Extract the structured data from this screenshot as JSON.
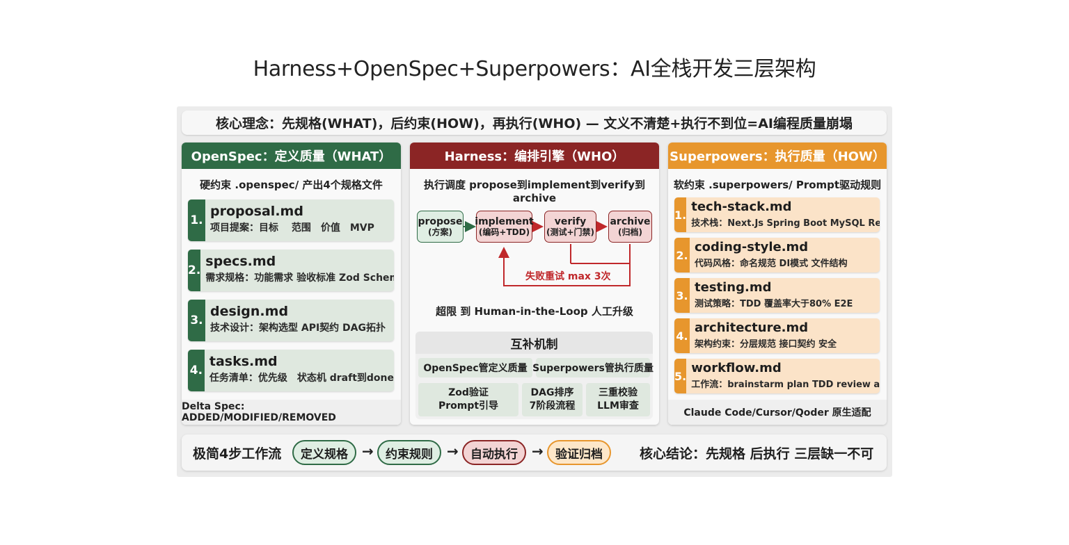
{
  "title": "Harness+OpenSpec+Superpowers：AI全栈开发三层架构",
  "core_principle": "核心理念：先规格(WHAT)，后约束(HOW)，再执行(WHO) — 文义不清楚+执行不到位=AI编程质量崩塌",
  "openspec": {
    "header": "OpenSpec：定义质量（WHAT）",
    "subtitle": "硬约束 .openspec/ 产出4个规格文件",
    "items": [
      {
        "num": "1.",
        "title": "proposal.md",
        "desc": "项目提案：目标　 范围　价值　MVP"
      },
      {
        "num": "2.",
        "title": "specs.md",
        "desc": "需求规格：功能需求 验收标准 Zod Schema"
      },
      {
        "num": "3.",
        "title": "design.md",
        "desc": "技术设计：架构选型 API契约 DAG拓扑"
      },
      {
        "num": "4.",
        "title": "tasks.md",
        "desc": "任务清单：优先级　状态机 draft到done"
      }
    ],
    "footer": "Delta Spec: ADDED/MODIFIED/REMOVED"
  },
  "harness": {
    "header": "Harness：编排引擎（WHO）",
    "subtitle": "执行调度 propose到implement到verify到archive",
    "flow": [
      {
        "title": "propose",
        "sub": "(方案)"
      },
      {
        "title": "implement",
        "sub": "(编码+TDD)"
      },
      {
        "title": "verify",
        "sub": "(测试+门禁)"
      },
      {
        "title": "archive",
        "sub": "(归档)"
      }
    ],
    "retry": "失败重试 max 3次",
    "escalation": "超限 到 Human-in-the-Loop 人工升级",
    "mechanism": {
      "title": "互补机制",
      "left_tag": "OpenSpec管定义质量",
      "right_tag": "Superpowers管执行质量",
      "cells": [
        {
          "line1": "Zod验证",
          "line2": "Prompt引导"
        },
        {
          "line1": "DAG排序",
          "line2": "7阶段流程"
        },
        {
          "line1": "三重校验",
          "line2": "LLM审查"
        }
      ]
    }
  },
  "superpowers": {
    "header": "Superpowers：执行质量（HOW）",
    "subtitle": "软约束 .superpowers/ Prompt驱动规则",
    "items": [
      {
        "num": "1.",
        "title": "tech-stack.md",
        "desc": "技术栈：Next.Js Spring Boot MySQL Redis"
      },
      {
        "num": "2.",
        "title": "coding-style.md",
        "desc": "代码风格：命名规范 DI模式 文件结构"
      },
      {
        "num": "3.",
        "title": "testing.md",
        "desc": "测试策略：TDD  覆盖率大于80% E2E"
      },
      {
        "num": "4.",
        "title": "architecture.md",
        "desc": "架构约束：分层规范 接口契约  安全"
      },
      {
        "num": "5.",
        "title": "workflow.md",
        "desc": "工作流：brainstarm plan TDD review archive"
      }
    ],
    "footer": "Claude Code/Cursor/Qoder 原生适配"
  },
  "bottom": {
    "label": "极简4步工作流",
    "steps": [
      "定义规格",
      "约束规则",
      "自动执行",
      "验证归档"
    ],
    "arrow": "→",
    "conclusion": "核心结论：先规格 后执行 三层缺一不可"
  },
  "colors": {
    "green": "#2f6b46",
    "red": "#8b2525",
    "orange": "#e7962d",
    "retry_red": "#c0282b"
  }
}
